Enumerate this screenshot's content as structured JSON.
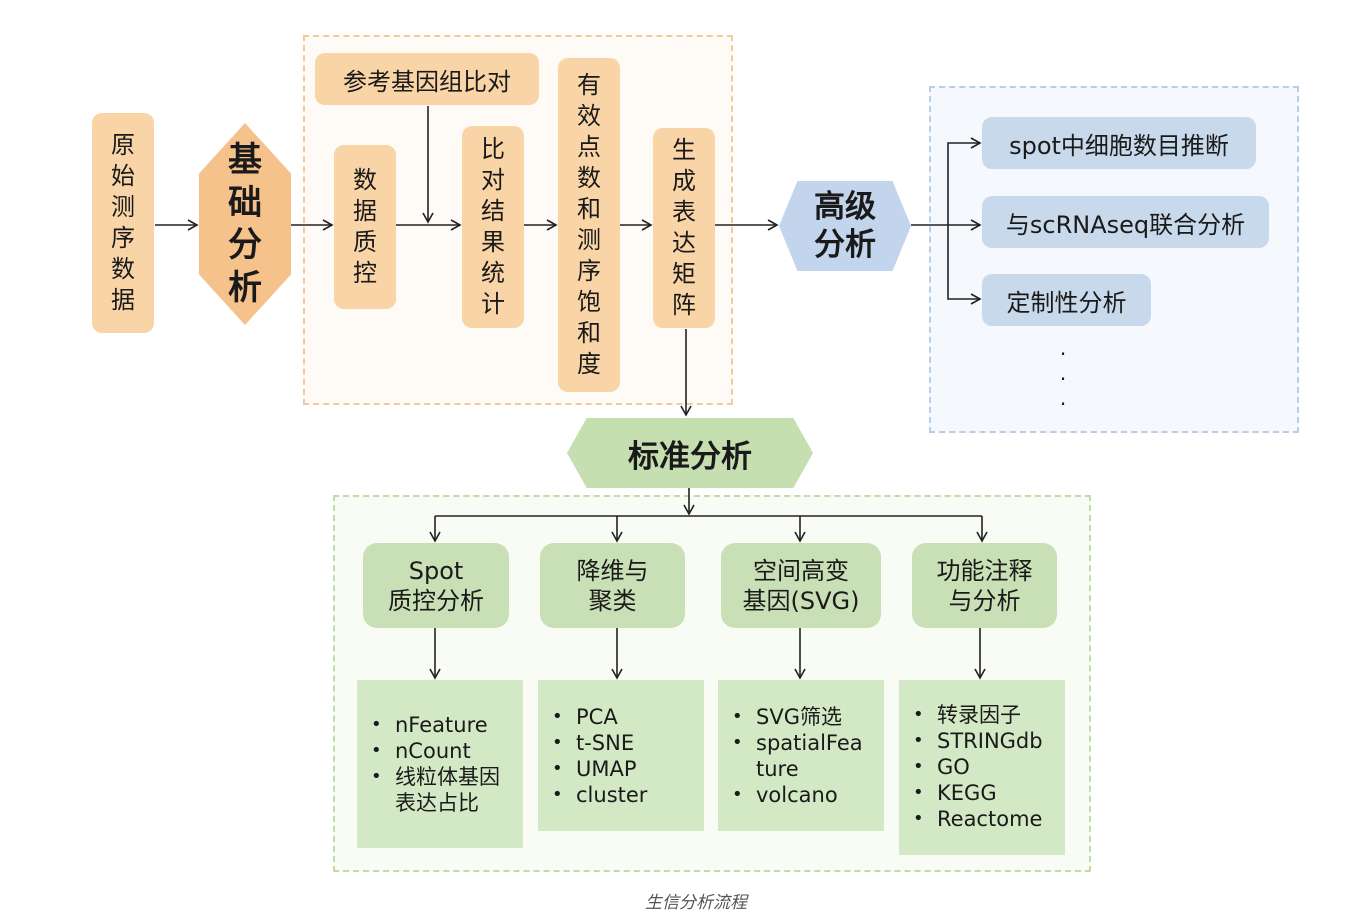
{
  "raw_data": "原始测序数据",
  "basic_analysis": "基础分析",
  "panel_basic": {
    "ref_align": "参考基因组比对",
    "data_qc": "数据质控",
    "align_stats": "比对结果统计",
    "valid_spots": "有效点数和测序饱和度",
    "expr_matrix": "生成表达矩阵"
  },
  "advanced_analysis": "高级分析",
  "advanced_items": [
    "spot中细胞数目推断",
    "与scRNAseq联合分析",
    "定制性分析"
  ],
  "ellipsis": "···",
  "standard_analysis": "标准分析",
  "standard_items": [
    {
      "title_line1": "Spot",
      "title_line2": "质控分析",
      "bullets": [
        "nFeature",
        "nCount",
        "线粒体基因表达占比"
      ]
    },
    {
      "title_line1": "降维与",
      "title_line2": "聚类",
      "bullets": [
        "PCA",
        "t-SNE",
        "UMAP",
        "cluster"
      ]
    },
    {
      "title_line1": "空间高变",
      "title_line2": "基因(SVG)",
      "bullets": [
        "SVG筛选",
        "spatialFeature",
        "volcano"
      ]
    },
    {
      "title_line1": "功能注释",
      "title_line2": "与分析",
      "bullets": [
        "转录因子",
        "STRINGdb",
        "GO",
        "KEGG",
        "Reactome"
      ]
    }
  ],
  "caption": "生信分析流程"
}
